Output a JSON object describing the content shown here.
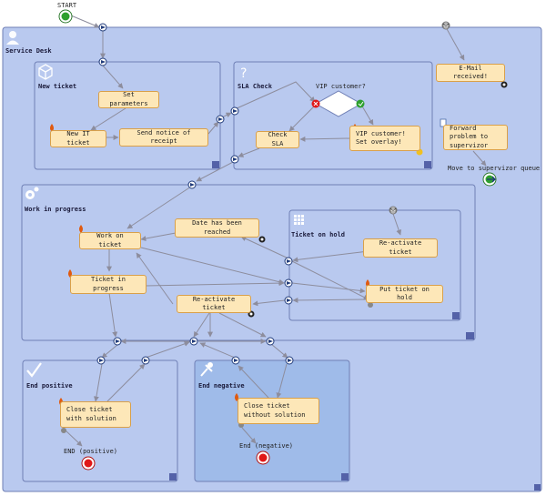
{
  "start": {
    "label": "START"
  },
  "containers": {
    "service_desk": "Service Desk",
    "new_ticket": "New ticket",
    "sla_check": "SLA Check",
    "work_in_progress": "Work in progress",
    "ticket_on_hold": "Ticket on hold",
    "end_positive": "End positive",
    "end_negative": "End negative"
  },
  "tasks": {
    "set_parameters": "Set parameters",
    "new_it_ticket": "New IT ticket",
    "send_notice": "Send notice of receipt",
    "check_sla": "Check SLA",
    "vip_overlay": "VIP customer! Set overlay!",
    "email_received": "E-Mail received!",
    "forward_problem": "Forward problem to supervizor",
    "date_reached": "Date has been reached",
    "work_on_ticket": "Work on ticket",
    "ticket_in_progress": "Ticket in progress",
    "reactivate_main": "Re-activate ticket",
    "reactivate_hold": "Re-activate ticket",
    "put_on_hold": "Put ticket on hold",
    "close_with_solution": "Close ticket with solution",
    "close_without_solution": "Close ticket without solution"
  },
  "labels": {
    "vip_question": "VIP customer?",
    "move_supervisor": "Move to supervizor queue",
    "end_positive": "END (positive)",
    "end_negative": "End (negative)"
  },
  "colors": {
    "lane_fill": "#b9c9ef",
    "lane_border": "#6f7fb5",
    "negative_fill": "#9fbbe9",
    "task_fill": "#fde7b8",
    "task_border": "#d9a04a",
    "start_green": "#2ea02e",
    "end_red": "#e01818",
    "connector": "#8d8d9d"
  },
  "icons": [
    "person-icon",
    "cube-icon",
    "question-icon",
    "gear-icon",
    "grid-icon",
    "check-icon",
    "pin-icon",
    "envelope-icon",
    "fire-icon",
    "gear-small-icon"
  ]
}
